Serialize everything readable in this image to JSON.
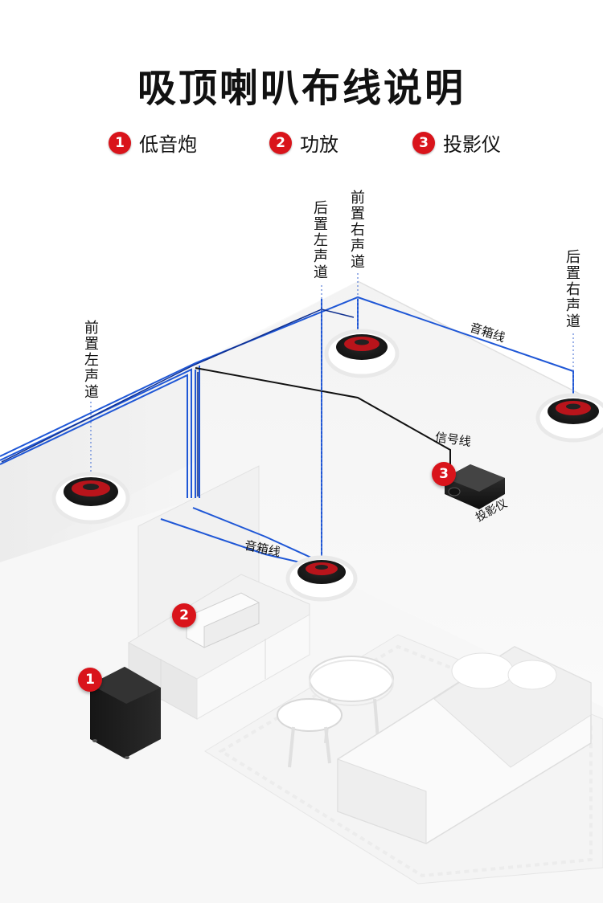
{
  "title": "吸顶喇叭布线说明",
  "legend": [
    {
      "num": "1",
      "label": "低音炮"
    },
    {
      "num": "2",
      "label": "功放"
    },
    {
      "num": "3",
      "label": "投影仪"
    }
  ],
  "speakers": {
    "front_left": "前置左声道",
    "rear_left": "后置左声道",
    "front_right": "前置右声道",
    "rear_right": "后置右声道"
  },
  "wires": {
    "speaker_wire_top": "音箱线",
    "speaker_wire_bottom": "音箱线",
    "signal_wire": "信号线"
  },
  "devices": {
    "projector_label": "投影仪",
    "marker_subwoofer": "1",
    "marker_amplifier": "2",
    "marker_projector": "3"
  },
  "colors": {
    "accent_red": "#d9141b",
    "wire_blue": "#1f57d6",
    "signal_black": "#111111"
  }
}
